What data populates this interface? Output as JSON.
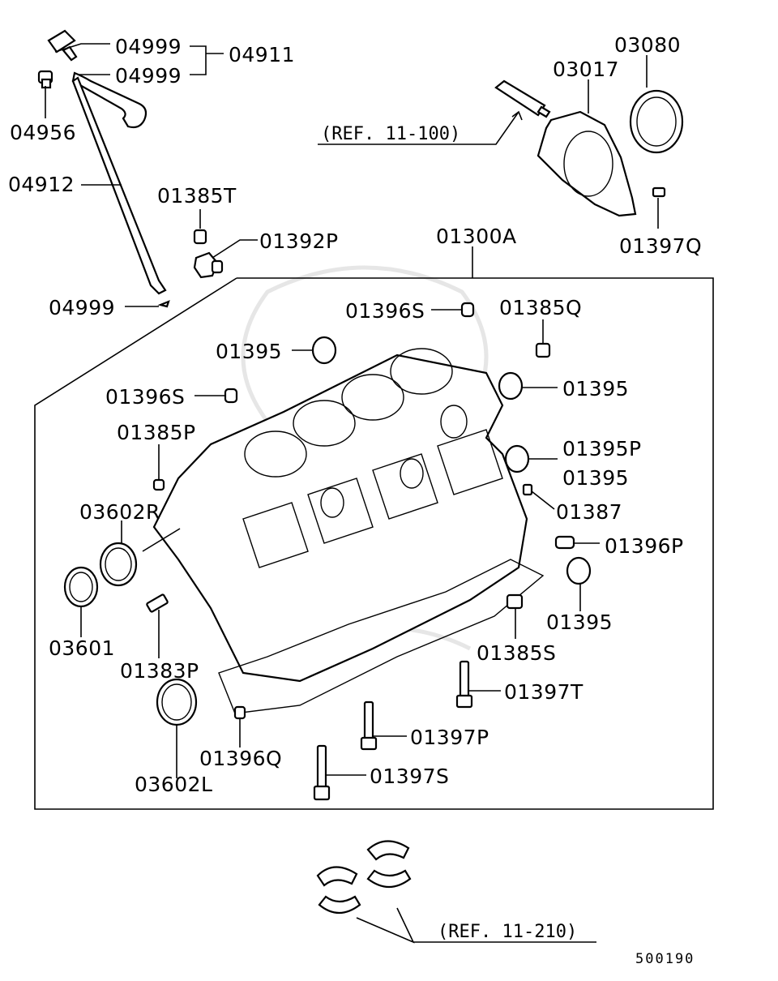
{
  "labels": {
    "p04999a": "04999",
    "p04999b": "04999",
    "p04911": "04911",
    "p04956": "04956",
    "p04912": "04912",
    "p01385T": "01385T",
    "p01392P": "01392P",
    "p04999c": "04999",
    "p01300A": "01300A",
    "p03080": "03080",
    "p03017": "03017",
    "p01397Q": "01397Q",
    "p01396S_a": "01396S",
    "p01385Q": "01385Q",
    "p01395_a": "01395",
    "p01395_b": "01395",
    "p01396S_b": "01396S",
    "p01385P": "01385P",
    "p01395P": "01395P",
    "p01395_c": "01395",
    "p03602R": "03602R",
    "p01387": "01387",
    "p01396P": "01396P",
    "p03601": "03601",
    "p01395_d": "01395",
    "p01385S": "01385S",
    "p01383P": "01383P",
    "p01397T": "01397T",
    "p01397P": "01397P",
    "p01396Q": "01396Q",
    "p03602L": "03602L",
    "p01397S": "01397S"
  },
  "refs": {
    "ref_top": "(REF. 11-100)",
    "ref_bottom": "(REF. 11-210)"
  },
  "diagram_code": "500190"
}
